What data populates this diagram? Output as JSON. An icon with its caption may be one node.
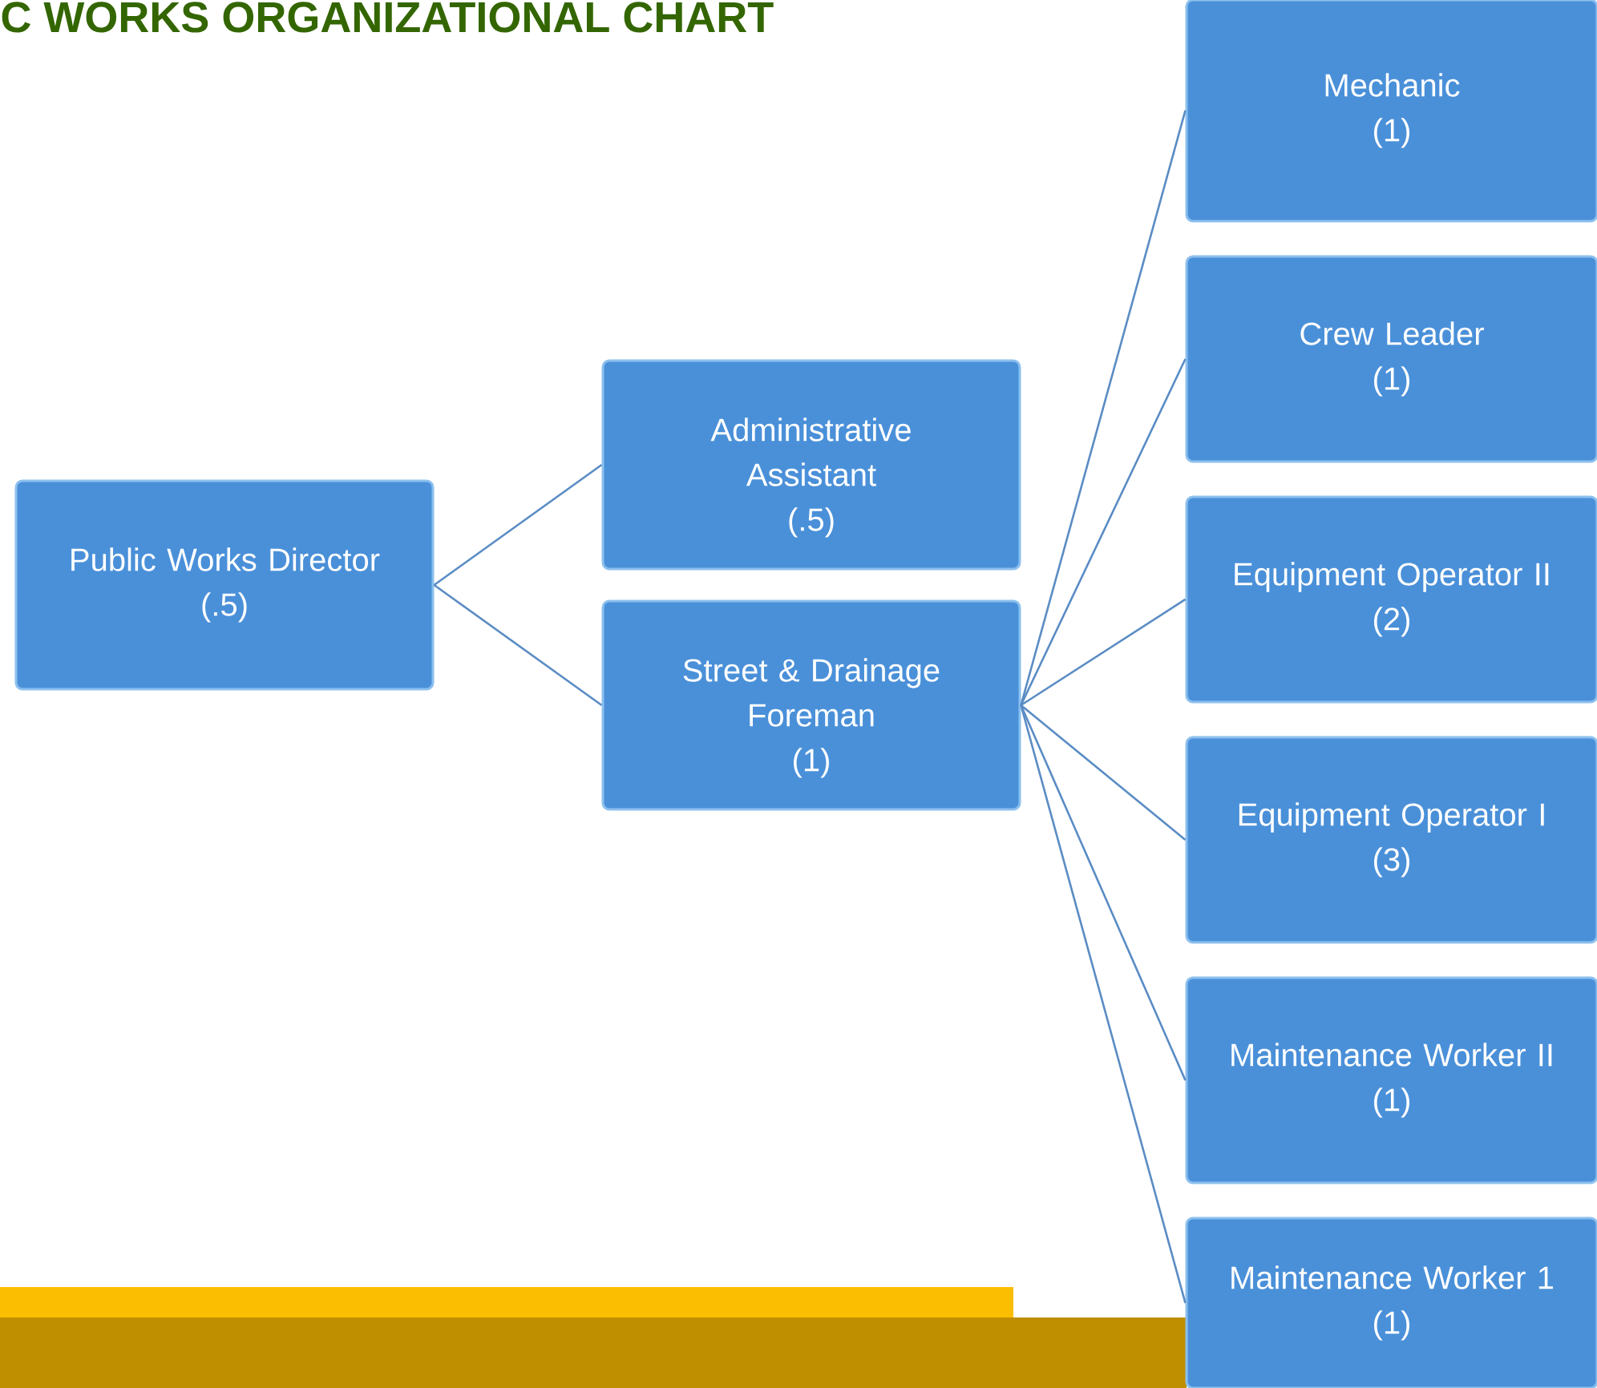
{
  "diagram": {
    "title": "C WORKS ORGANIZATIONAL CHART",
    "nodes": [
      {
        "text": [
          "Public Works Director",
          "(.5)"
        ]
      },
      {
        "text": [
          "Administrative Assistant",
          "(.5)"
        ]
      },
      {
        "text": [
          "Street & Drainage Foreman",
          "(1)"
        ]
      },
      {
        "text": [
          "Mechanic",
          "(1)"
        ]
      },
      {
        "text": [
          "Crew Leader",
          "(1)"
        ]
      },
      {
        "text": [
          "Equipment Operator II",
          "(2)"
        ]
      },
      {
        "text": [
          "Equipment Operator I",
          "(3)"
        ]
      },
      {
        "text": [
          "Maintenance Worker II",
          "(1)"
        ]
      },
      {
        "text": [
          "Maintenance Worker 1",
          "(1)"
        ]
      }
    ],
    "edges": [
      {
        "from": 0,
        "to": 1,
        "arrow": "none"
      },
      {
        "from": 0,
        "to": 2,
        "arrow": "none"
      },
      {
        "from": 2,
        "to": 3,
        "arrow": "none"
      },
      {
        "from": 2,
        "to": 4,
        "arrow": "none"
      },
      {
        "from": 2,
        "to": 5,
        "arrow": "none"
      },
      {
        "from": 2,
        "to": 6,
        "arrow": "none"
      },
      {
        "from": 2,
        "to": 7,
        "arrow": "none"
      },
      {
        "from": 2,
        "to": 8,
        "arrow": "none"
      }
    ]
  }
}
